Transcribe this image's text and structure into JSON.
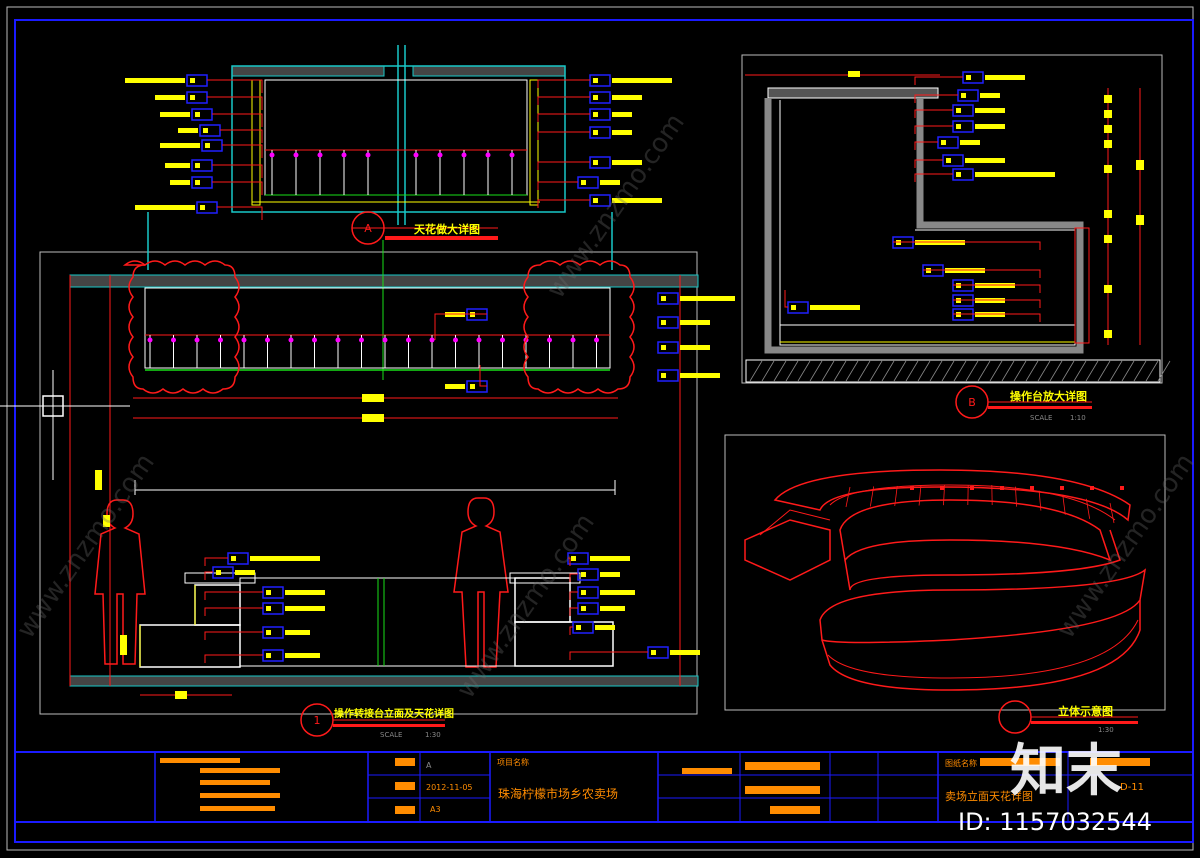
{
  "drawing": {
    "detail_a": {
      "marker": "A",
      "title": "天花做大详图"
    },
    "detail_b": {
      "marker": "B",
      "title": "操作台放大详图",
      "scale_label": "SCALE",
      "scale_value": "1:10"
    },
    "detail_1": {
      "marker": "1",
      "title": "操作转接台立面及天花详图",
      "scale_label": "SCALE",
      "scale_value": "1:30"
    },
    "view_3d": {
      "title": "立体示意图",
      "scale_value": "1:30"
    }
  },
  "title_block": {
    "project_label": "项目名称",
    "project_name": "珠海柠檬市场乡农卖场",
    "date": "2012-11-05",
    "scale": "A3",
    "sheet_label": "A",
    "drawing_name_label": "图纸名称",
    "drawing_name": "卖场立面天花详图",
    "sheet_number": "D-11"
  },
  "watermark": {
    "logo": "知末",
    "id_text": "ID: 1157032544",
    "diagonal": "www.znzmo.com"
  },
  "colors": {
    "background": "#000000",
    "frame": "#1a1aff",
    "red": "#ff1a1a",
    "cyan": "#18c8c8",
    "yellow": "#ffff00",
    "white": "#ffffff",
    "green": "#18e018",
    "magenta": "#ff00ff",
    "orange": "#ff8c00",
    "blue_box": "#2020ff"
  }
}
